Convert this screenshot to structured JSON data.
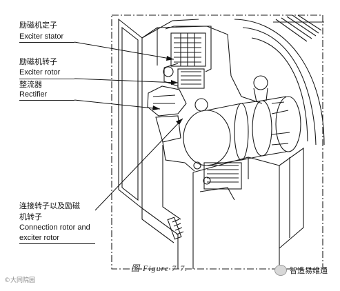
{
  "labels": {
    "exciter_stator_cn": "励磁机定子",
    "exciter_stator_en": "Exciter stator",
    "exciter_rotor_cn": "励磁机转子",
    "exciter_rotor_en": "Exciter rotor",
    "rectifier_cn": "整流器",
    "rectifier_en": "Rectifier",
    "connection_cn_line1": "连接转子以及励磁",
    "connection_cn_line2": "机转子",
    "connection_en_line1": "Connection rotor and",
    "connection_en_line2": "exciter rotor"
  },
  "caption": "图 Figure 7-7.",
  "watermark_left": "©大同院园",
  "watermark_right": "智造易维通",
  "colors": {
    "line": "#1a1a1a",
    "paper": "#ffffff"
  }
}
